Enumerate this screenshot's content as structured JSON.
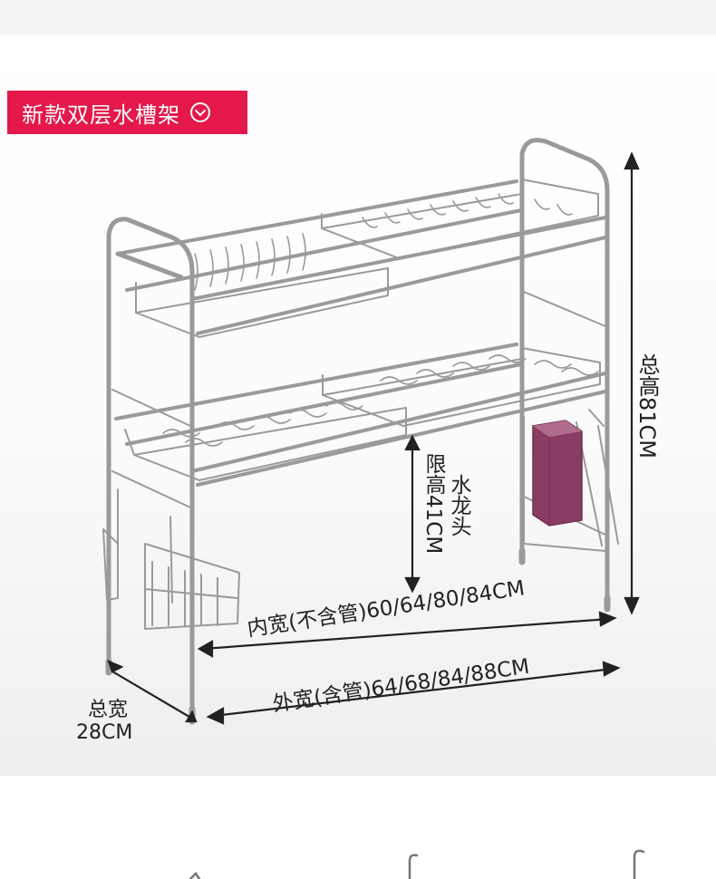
{
  "header_tag": {
    "label": "新款双层水槽架",
    "icon": "circle-chevron-down-icon"
  },
  "dimensions": {
    "total_height": "总高81CM",
    "faucet_col1": "水龙头",
    "faucet_col2": "限高41CM",
    "inner_width": "内宽(不含管)60/64/80/84CM",
    "outer_width": "外宽(含管)64/68/84/88CM",
    "depth_line1": "总宽",
    "depth_line2": "28CM"
  },
  "colors": {
    "tag_bg": "#e4184a",
    "holder": "#8a3d63",
    "steel": "#9a9a9a"
  }
}
